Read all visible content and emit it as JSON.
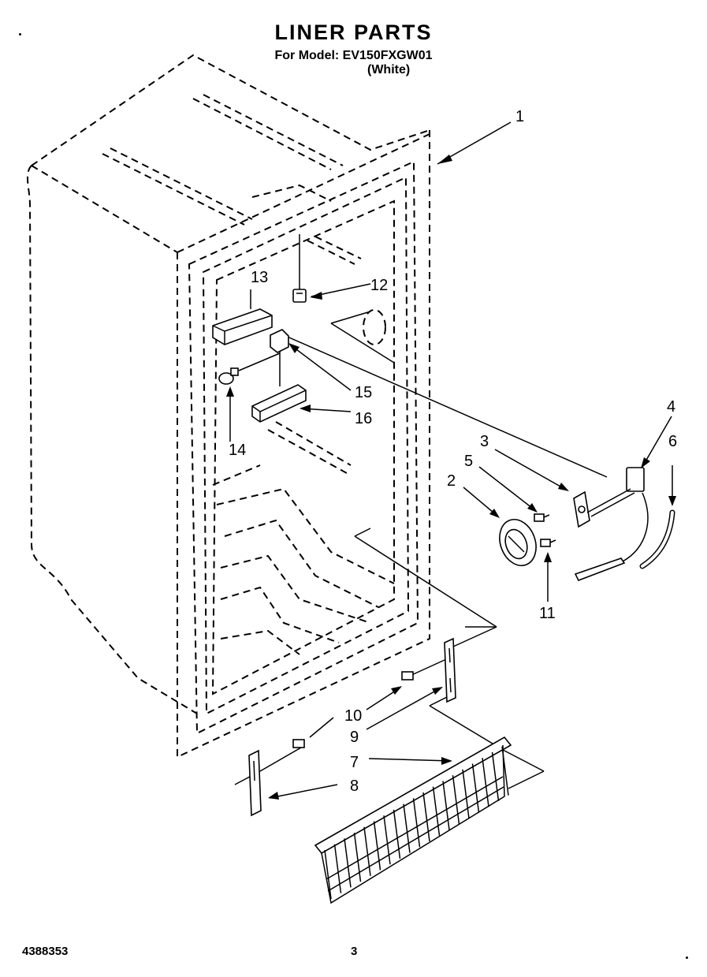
{
  "header": {
    "title": "LINER PARTS",
    "model_line": "For Model: EV150FXGW01",
    "variant": "(White)"
  },
  "footer": {
    "doc_number": "4388353",
    "page_number": "3"
  },
  "callouts": [
    "1",
    "2",
    "3",
    "4",
    "5",
    "6",
    "7",
    "8",
    "9",
    "10",
    "11",
    "12",
    "13",
    "14",
    "15",
    "16"
  ]
}
